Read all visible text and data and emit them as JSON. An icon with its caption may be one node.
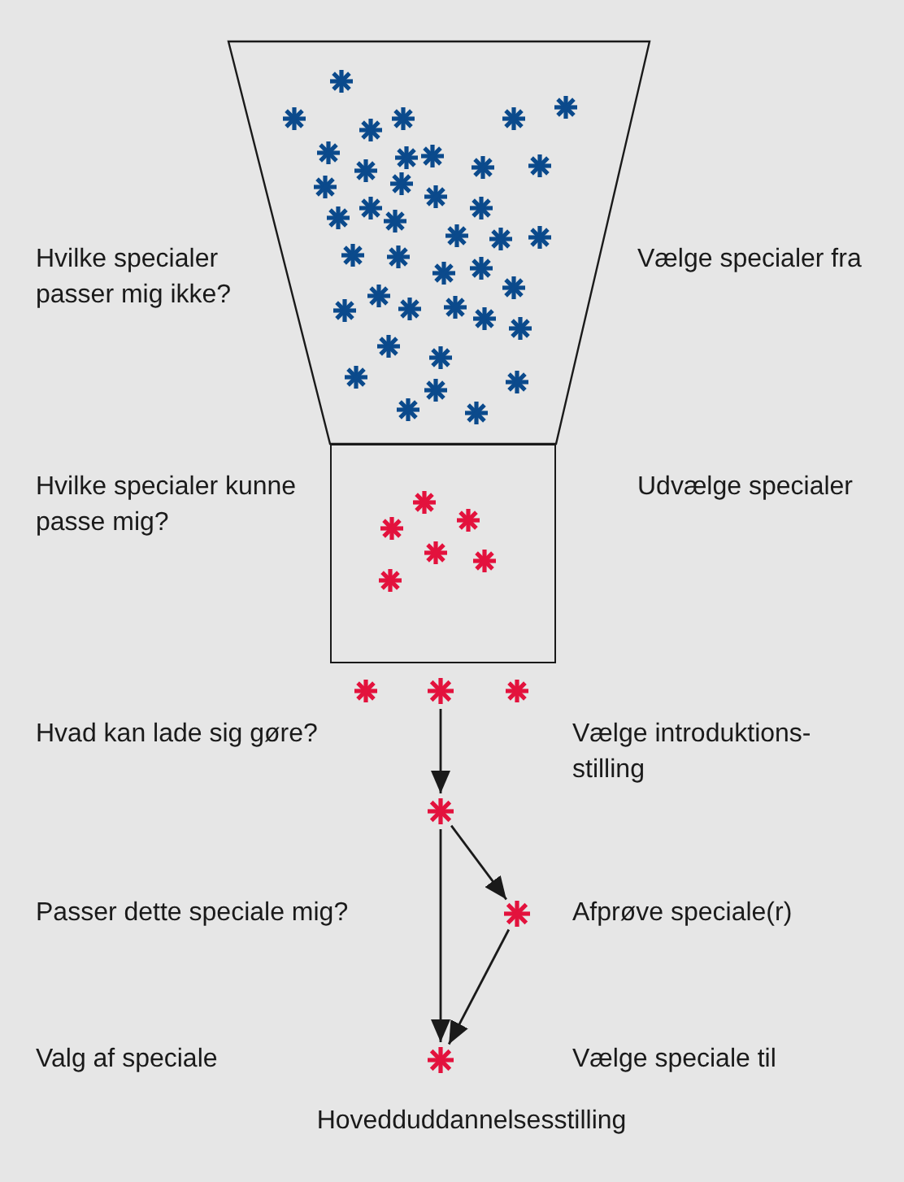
{
  "diagram": {
    "caption": "Hovedduddannelsesstilling",
    "nodes": [
      {
        "text": [],
        "shape": "trapezium"
      },
      {
        "text": [],
        "shape": "box"
      },
      {
        "text": [],
        "shape": "asterisk"
      },
      {
        "text": [],
        "shape": "asterisk"
      },
      {
        "text": [],
        "shape": "asterisk"
      },
      {
        "text": [],
        "shape": "asterisk"
      }
    ],
    "edges": [
      {
        "from": 2,
        "to": 3,
        "arrow": "to"
      },
      {
        "from": 3,
        "to": 4,
        "arrow": "to"
      },
      {
        "from": 3,
        "to": 5,
        "arrow": "to"
      },
      {
        "from": 4,
        "to": 5,
        "arrow": "to"
      }
    ],
    "labels": [
      "Hvilke specialer passer mig ikke?",
      "Vælge specialer fra",
      "Hvilke specialer kunne passe mig?",
      "Udvælge specialer",
      "Hvad kan lade sig gøre?",
      "Vælge introduktions-stilling",
      "Passer dette speciale mig?",
      "Afprøve speciale(r)",
      "Valg af speciale",
      "Vælge speciale til"
    ]
  }
}
